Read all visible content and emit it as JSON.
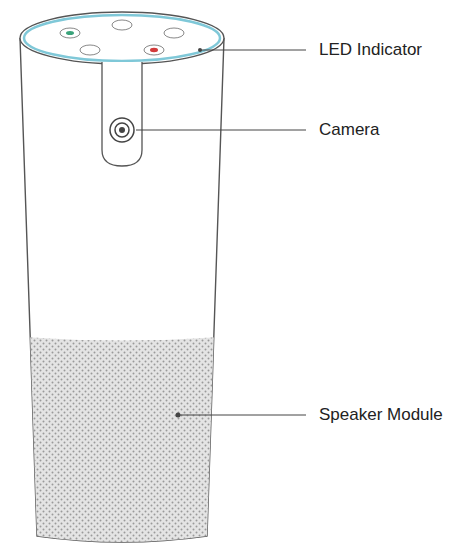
{
  "diagram": {
    "labels": [
      "LED Indicator",
      "Camera",
      "Speaker Module"
    ]
  }
}
